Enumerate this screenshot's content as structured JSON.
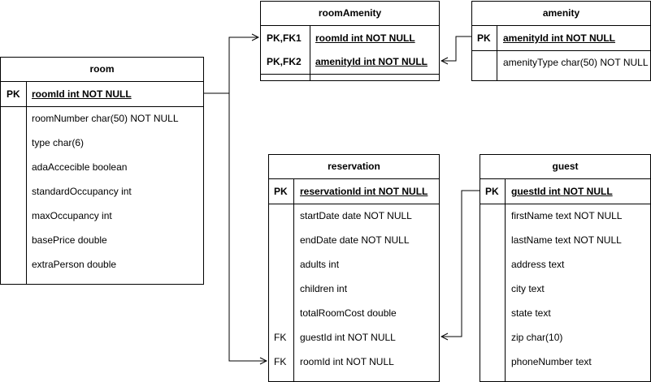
{
  "tables": {
    "room": {
      "title": "room",
      "pk_key": "PK",
      "pk_field": "roomId int NOT NULL",
      "fields": [
        "roomNumber char(50) NOT NULL",
        "type char(6)",
        "adaAccecible boolean",
        "standardOccupancy int",
        "maxOccupancy int",
        "basePrice double",
        "extraPerson double"
      ]
    },
    "roomAmenity": {
      "title": "roomAmenity",
      "rows": [
        {
          "key": "PK,FK1",
          "field": "roomId int NOT NULL"
        },
        {
          "key": "PK,FK2",
          "field": "amenityId int NOT NULL"
        }
      ]
    },
    "amenity": {
      "title": "amenity",
      "pk_key": "PK",
      "pk_field": "amenityId int NOT NULL",
      "fields": [
        "amenityType char(50) NOT NULL"
      ]
    },
    "reservation": {
      "title": "reservation",
      "pk_key": "PK",
      "pk_field": "reservationId int NOT NULL",
      "fields": [
        {
          "key": "",
          "text": "startDate date NOT NULL"
        },
        {
          "key": "",
          "text": "endDate date NOT NULL"
        },
        {
          "key": "",
          "text": "adults int"
        },
        {
          "key": "",
          "text": "children int"
        },
        {
          "key": "",
          "text": "totalRoomCost double"
        },
        {
          "key": "FK",
          "text": "guestId int NOT NULL"
        },
        {
          "key": "FK",
          "text": "roomId int NOT NULL"
        }
      ]
    },
    "guest": {
      "title": "guest",
      "pk_key": "PK",
      "pk_field": "guestId int NOT NULL",
      "fields": [
        "firstName text NOT NULL",
        "lastName text NOT NULL",
        "address text",
        "city text",
        "state text",
        "zip char(10)",
        "phoneNumber text"
      ]
    }
  },
  "colors": {
    "line": "#000000",
    "background": "#ffffff"
  }
}
